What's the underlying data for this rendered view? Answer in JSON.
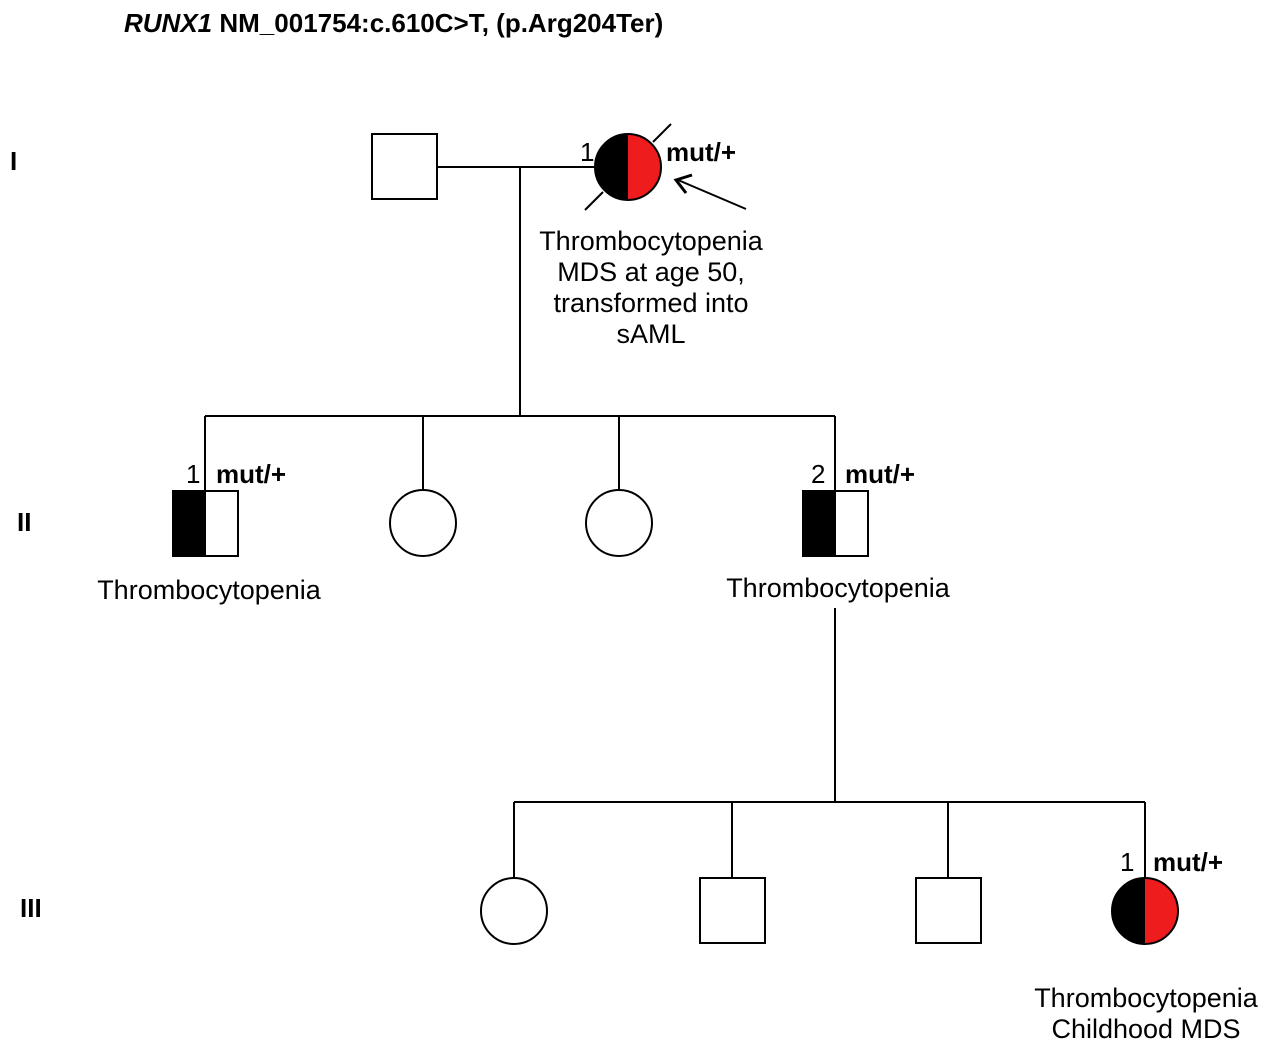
{
  "title": {
    "gene": "RUNX1",
    "variant": "NM_001754:c.610C>T, (p.Arg204Ter)"
  },
  "colors": {
    "affected_fill": "#000000",
    "maternal_marker": "#ee1c1c",
    "line": "#000000",
    "background": "#ffffff"
  },
  "generations": [
    "I",
    "II",
    "III"
  ],
  "individuals": {
    "I_father": {
      "sex": "male",
      "status": "unaffected",
      "deceased": false
    },
    "I_1": {
      "sex": "female",
      "number": "1",
      "genotype": "mut/+",
      "deceased": true,
      "proband": true,
      "status": "half-black-half-red",
      "phenotype": [
        "Thrombocytopenia",
        "MDS at age 50,",
        "transformed into",
        "sAML"
      ]
    },
    "II_1": {
      "sex": "male",
      "number": "1",
      "genotype": "mut/+",
      "status": "half-black",
      "phenotype": [
        "Thrombocytopenia"
      ]
    },
    "II_f1": {
      "sex": "female",
      "status": "unaffected"
    },
    "II_f2": {
      "sex": "female",
      "status": "unaffected"
    },
    "II_2": {
      "sex": "male",
      "number": "2",
      "genotype": "mut/+",
      "status": "half-black",
      "phenotype": [
        "Thrombocytopenia"
      ]
    },
    "III_f1": {
      "sex": "female",
      "status": "unaffected"
    },
    "III_m1": {
      "sex": "male",
      "status": "unaffected"
    },
    "III_m2": {
      "sex": "male",
      "status": "unaffected"
    },
    "III_1": {
      "sex": "female",
      "number": "1",
      "genotype": "mut/+",
      "status": "half-black-half-red",
      "phenotype": [
        "Thrombocytopenia",
        "Childhood MDS"
      ]
    }
  }
}
